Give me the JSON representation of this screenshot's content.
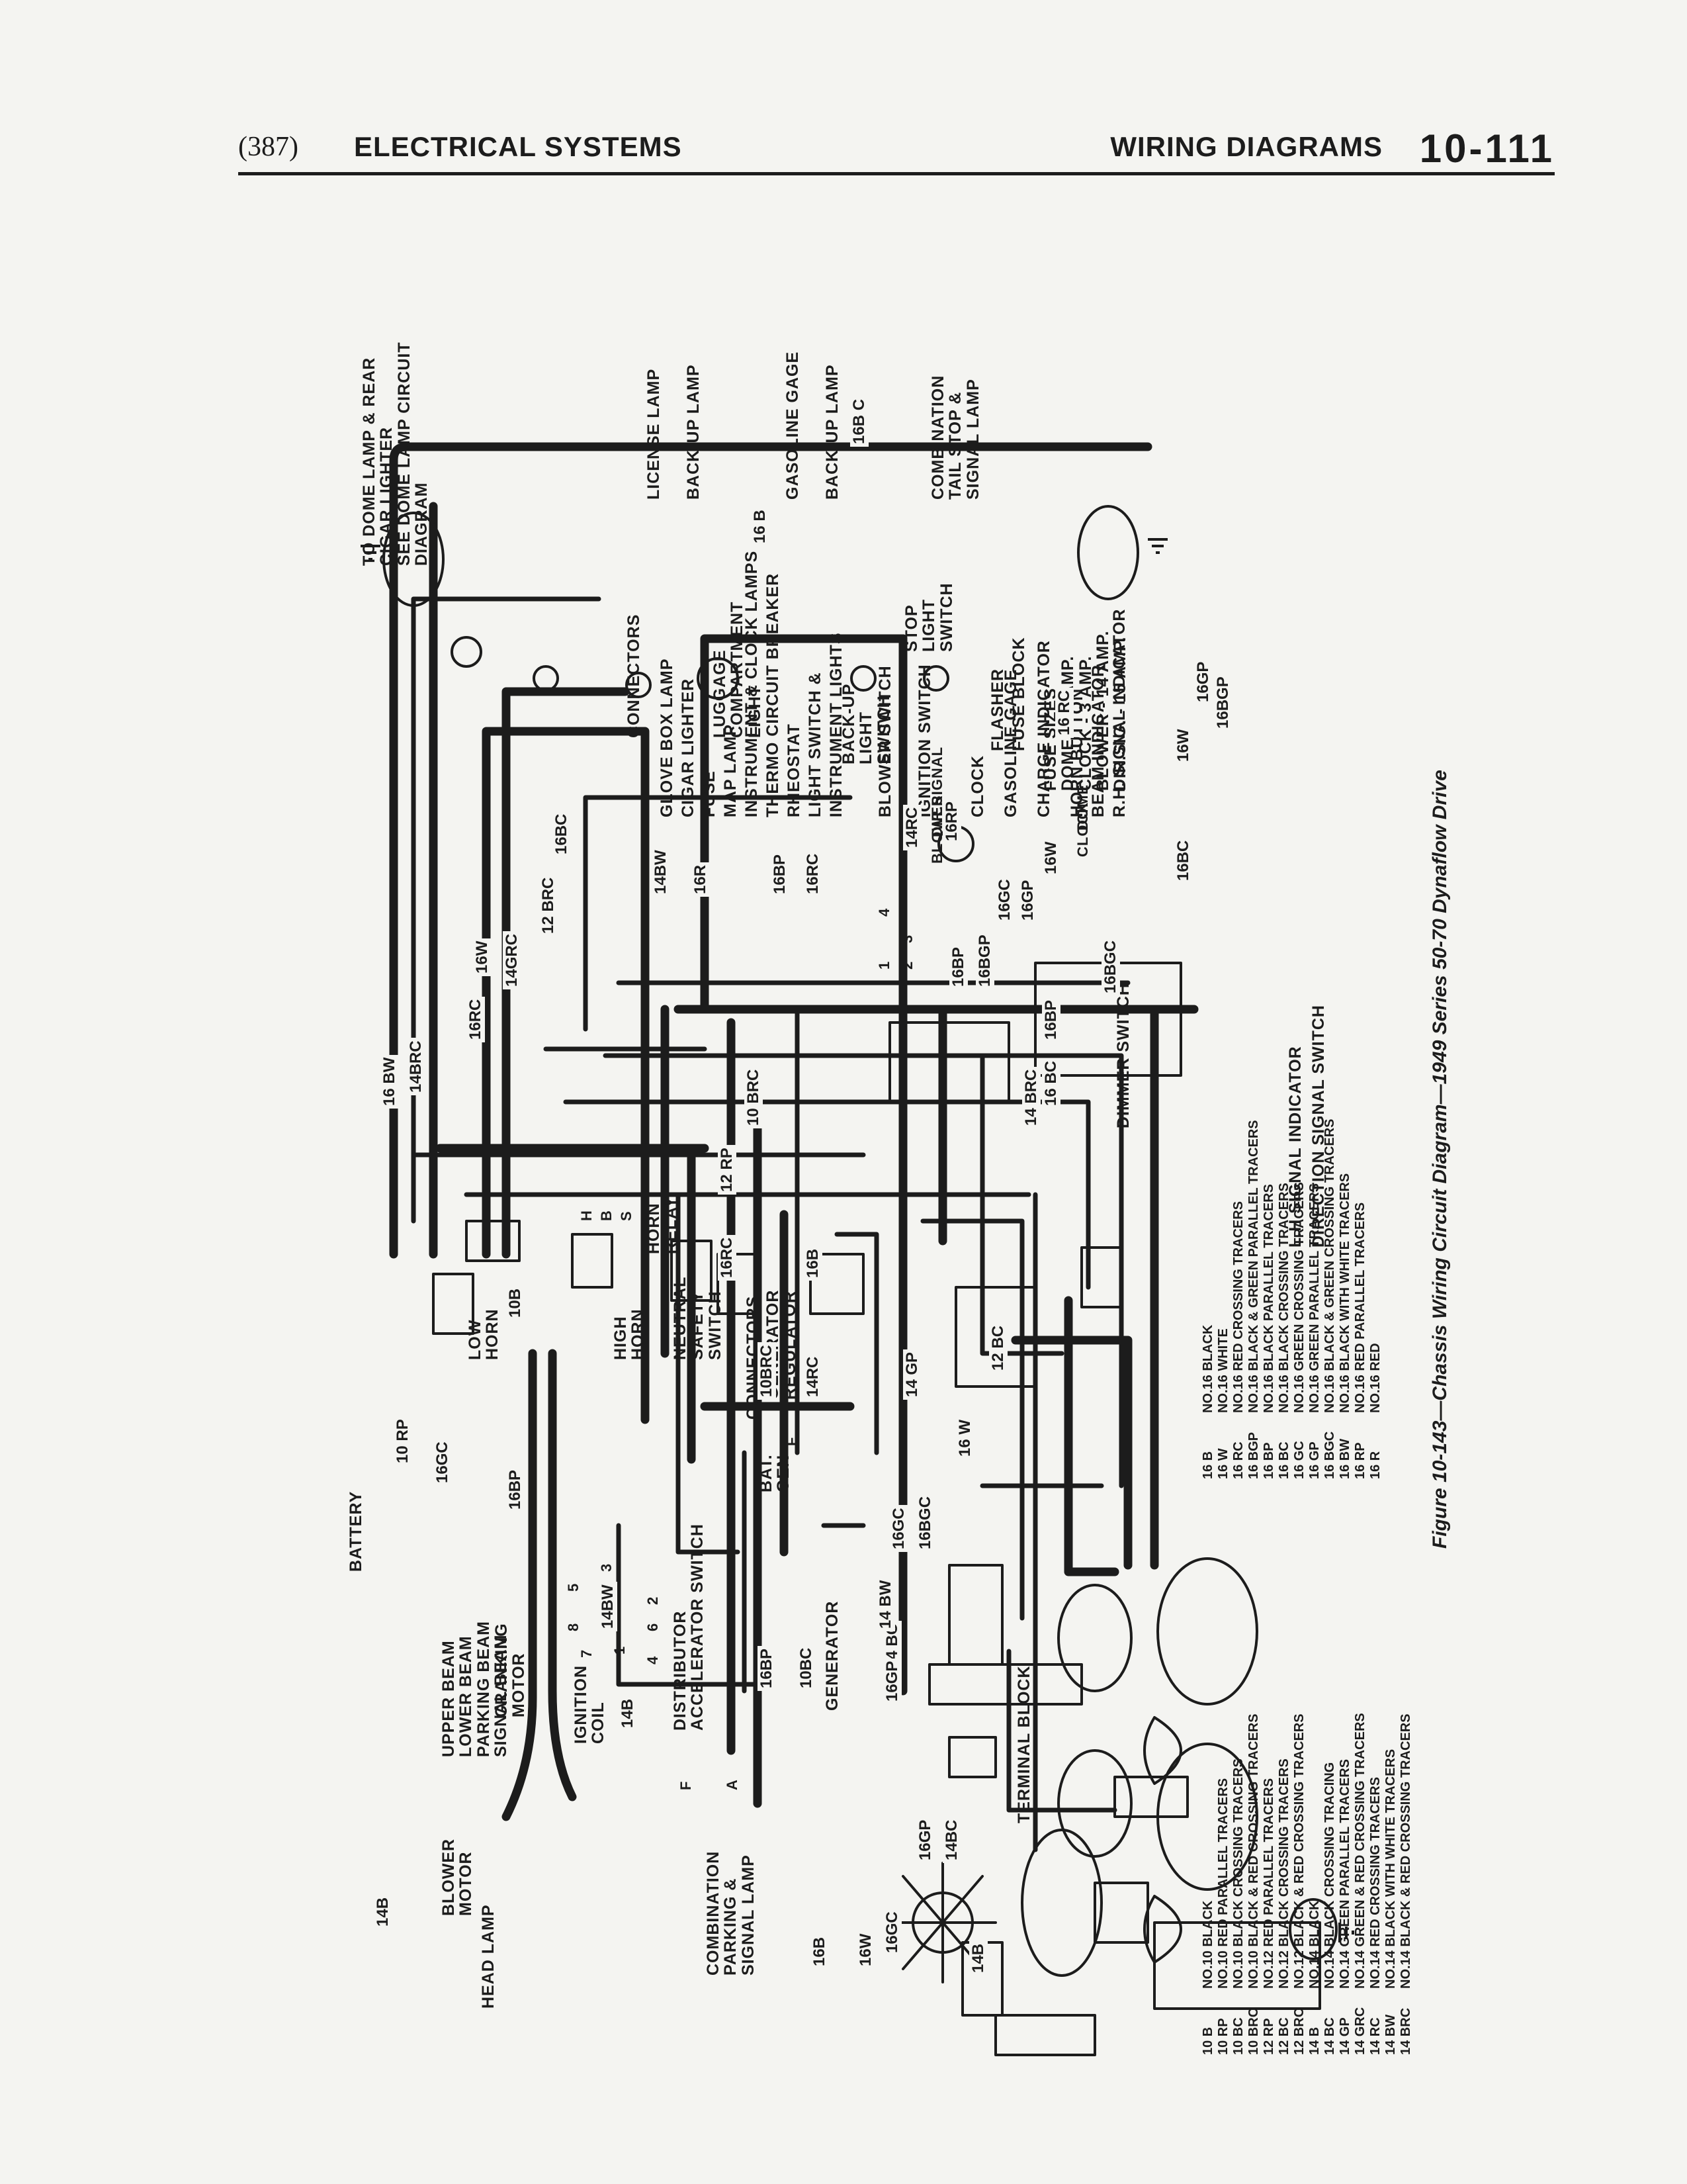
{
  "header": {
    "page_number": "(387)",
    "left_title": "ELECTRICAL SYSTEMS",
    "right_title": "WIRING DIAGRAMS",
    "section_number": "10-111"
  },
  "caption": "Figure 10-143—Chassis Wiring Circuit Diagram—1949 Series 50-70 Dynaflow Drive",
  "components": {
    "to_dome": [
      "TO DOME LAMP & REAR",
      "CIGAR LIGHTER",
      "SEE DOME LAMP CIRCUIT",
      "DIAGRAM"
    ],
    "glove_box_lamp": "GLOVE BOX LAMP",
    "cigar_lighter": "CIGAR LIGHTER",
    "fuse": "FUSE",
    "map_lamp": "MAP LAMP",
    "instrument_clock_lamps": "INSTRUMENT & CLOCK LAMPS",
    "thermo_circuit_breaker": "THERMO CIRCUIT BREAKER",
    "rheostat": "RHEOSTAT",
    "light_switch": "LIGHT SWITCH &",
    "instrument_lights": "INSTRUMENT LIGHTS",
    "blower_switch": "BLOWER SWITCH",
    "ignition_switch": "IGNITION SWITCH",
    "clock": "CLOCK",
    "gasoline_gage_front": "GASOLINE GAGE",
    "charge_indicator": "CHARGE INDICATOR",
    "horn_button": "HORN BUTTON",
    "beam_indicator": "BEAM INDICATOR",
    "rh_signal_indicator": "R.H. SIGNAL INDICATOR",
    "lh_signal_indicator": "L.H SIGNAL INDICATOR",
    "direction_signal_switch": "DIRECTION SIGNAL SWITCH",
    "license_lamp": "LICENSE LAMP",
    "backup_lamp": "BACK-UP LAMP",
    "gasoline_gage_rear": "GASOLINE GAGE",
    "combination_tail": [
      "COMBINATION",
      "TAIL STOP &",
      "SIGNAL LAMP"
    ],
    "connectors": "CONNECTORS",
    "luggage_light": [
      "LUGGAGE",
      "COMPARTMENT",
      "LIGHT"
    ],
    "backup_light_switch": [
      "BACK-UP",
      "LIGHT",
      "SWITCH"
    ],
    "stop_light_switch": [
      "STOP",
      "LIGHT",
      "SWITCH"
    ],
    "flasher": "FLASHER",
    "fuse_block": "FUSE BLOCK",
    "fuse_sizes": [
      "FUSE SIZES",
      "DOME - 30 AMP.",
      "CLOCK - 3 AMP.",
      "BLOWER - 14 AMP.",
      "DIR.SIG. - 15 AMP."
    ],
    "battery": "BATTERY",
    "horn_relay": [
      "HORN",
      "RELAY"
    ],
    "low_horn": [
      "LOW",
      "HORN"
    ],
    "high_horn": [
      "HIGH",
      "HORN"
    ],
    "neutral_safety_switch": [
      "NEUTRAL",
      "SAFETY",
      "SWITCH"
    ],
    "connectors_front": "CONNECTORS",
    "generator_regulator": [
      "GENERATOR",
      "REGULATOR"
    ],
    "bat_gen": [
      "BAT.",
      "GEN"
    ],
    "distributor": [
      "DISTRIBUTOR",
      "ACCELERATOR SWITCH"
    ],
    "generator": "GENERATOR",
    "ignition_coil": [
      "IGNITION",
      "COIL"
    ],
    "cranking_motor": [
      "CRANKING",
      "MOTOR"
    ],
    "beams": [
      "UPPER BEAM",
      "LOWER BEAM",
      "PARKING BEAM",
      "SIGNAL BEAM"
    ],
    "blower_motor": [
      "BLOWER",
      "MOTOR"
    ],
    "head_lamp": "HEAD LAMP",
    "combination_parking": [
      "COMBINATION",
      "PARKING &",
      "SIGNAL LAMP"
    ],
    "terminal_block": "TERMINAL BLOCK",
    "dimmer_switch": "DIMMER SWITCH",
    "horn_relay_terminals": [
      "H",
      "B",
      "S"
    ],
    "distributor_numbers": [
      "1",
      "2",
      "3",
      "4",
      "5",
      "6",
      "7",
      "8"
    ],
    "gen_terms": [
      "F",
      "A",
      "F"
    ],
    "dir_signal_box": [
      "DIR.SIGNAL",
      "BLOWER",
      "CLOCK",
      "DOME"
    ],
    "light_switch_terms": [
      "1",
      "2",
      "3",
      "4"
    ]
  },
  "wire_labels": {
    "w_14grc": "14GRC",
    "w_16b": "16 B",
    "w_16bc_top": "16B C",
    "w_10brc": "10 BRC",
    "w_14brc": "14 BRC",
    "w_12rp": "12 RP",
    "w_14bc_left": "14 BC",
    "w_16gp_left": "16GP",
    "w_16bw_a": "16 BW",
    "w_14brc_b": "14BRC",
    "w_16rc_a": "16RC",
    "w_16w_a": "16W",
    "w_12brc": "12 BRC",
    "w_16bc_b": "16BC",
    "w_14bw": "14BW",
    "w_16r": "16R",
    "w_16bp": "16BP",
    "w_16rc_b": "16RC",
    "w_14rc": "14RC",
    "w_16rp": "16RP",
    "w_16gc": "16GC",
    "w_16gp": "16GP",
    "w_16w_b": "16W",
    "w_16bp_b": "16BP",
    "w_16bgp": "16BGP",
    "w_16bgc": "16BGC",
    "w_16bp_c": "16BP",
    "w_16rc_c": "16 RC",
    "w_16bc_c": "16BC",
    "w_16w_c": "16W",
    "w_16gp_b": "16GP",
    "w_16bgp_b": "16BGP",
    "w_16bc_d": "16 BC",
    "w_10rp": "10 RP",
    "w_16gc_b": "16GC",
    "w_16bp_d": "16BP",
    "w_10b": "10B",
    "w_16rc_d": "16RC",
    "w_16b_b": "16B",
    "w_14rc_b": "14RC",
    "w_10brc_b": "10BRC",
    "w_14gp": "14 GP",
    "w_12bc": "12 BC",
    "w_16w_d": "16 W",
    "w_16bgc_b": "16BGC",
    "w_16gc_c": "16GC",
    "w_14bw_b": "14 BW",
    "w_16bp_e": "16BP",
    "w_10bc": "10BC",
    "w_14bw_c": "14BW",
    "w_14b_dist": "14B",
    "w_16gp_c": "16GP",
    "w_14bc_b": "14BC",
    "w_14b_a": "14B",
    "w_16gc_d": "16GC",
    "w_16w_e": "16W",
    "w_16b_c": "16B",
    "w_14b_blower": "14B"
  },
  "legend": {
    "col1": [
      [
        "10 B",
        "NO.10 BLACK"
      ],
      [
        "10 RP",
        "NO.10 RED PARALLEL TRACERS"
      ],
      [
        "10 BC",
        "NO.10 BLACK CROSSING TRACERS"
      ],
      [
        "10 BRC",
        "NO.10 BLACK & RED CROSSING TRACERS"
      ],
      [
        "12 RP",
        "NO.12 RED PARALLEL TRACERS"
      ],
      [
        "12 BC",
        "NO.12 BLACK CROSSING TRACERS"
      ],
      [
        "12 BRC",
        "NO.12 BLACK & RED CROSSING TRACERS"
      ],
      [
        "14 B",
        "NO.14 BLACK"
      ],
      [
        "14 BC",
        "NO.14 BLACK CROSSING TRACING"
      ],
      [
        "14 GP",
        "NO.14 GREEN PARALLEL TRACERS"
      ],
      [
        "14 GRC",
        "NO.14 GREEN & RED CROSSING TRACERS"
      ],
      [
        "14 RC",
        "NO.14 RED CROSSING TRACERS"
      ],
      [
        "14 BW",
        "NO.14 BLACK WITH WHITE TRACERS"
      ],
      [
        "14 BRC",
        "NO.14 BLACK & RED CROSSING TRACERS"
      ]
    ],
    "col2": [
      [
        "16 B",
        "NO.16 BLACK"
      ],
      [
        "16 W",
        "NO.16 WHITE"
      ],
      [
        "16 RC",
        "NO.16 RED CROSSING TRACERS"
      ],
      [
        "16 BGP",
        "NO.16 BLACK & GREEN PARALLEL TRACERS"
      ],
      [
        "16 BP",
        "NO.16 BLACK PARALLEL TRACERS"
      ],
      [
        "16 BC",
        "NO.16 BLACK CROSSING TRACERS"
      ],
      [
        "16 GC",
        "NO.16 GREEN CROSSING TRACERS"
      ],
      [
        "16 GP",
        "NO.16 GREEN PARALLEL TRACERS"
      ],
      [
        "16 BGC",
        "NO.16 BLACK & GREEN CROSSING TRACERS"
      ],
      [
        "16 BW",
        "NO.16 BLACK WITH WHITE TRACERS"
      ],
      [
        "16 RP",
        "NO.16 RED PARALLEL TRACERS"
      ],
      [
        "16 R",
        "NO.16 RED"
      ]
    ]
  }
}
